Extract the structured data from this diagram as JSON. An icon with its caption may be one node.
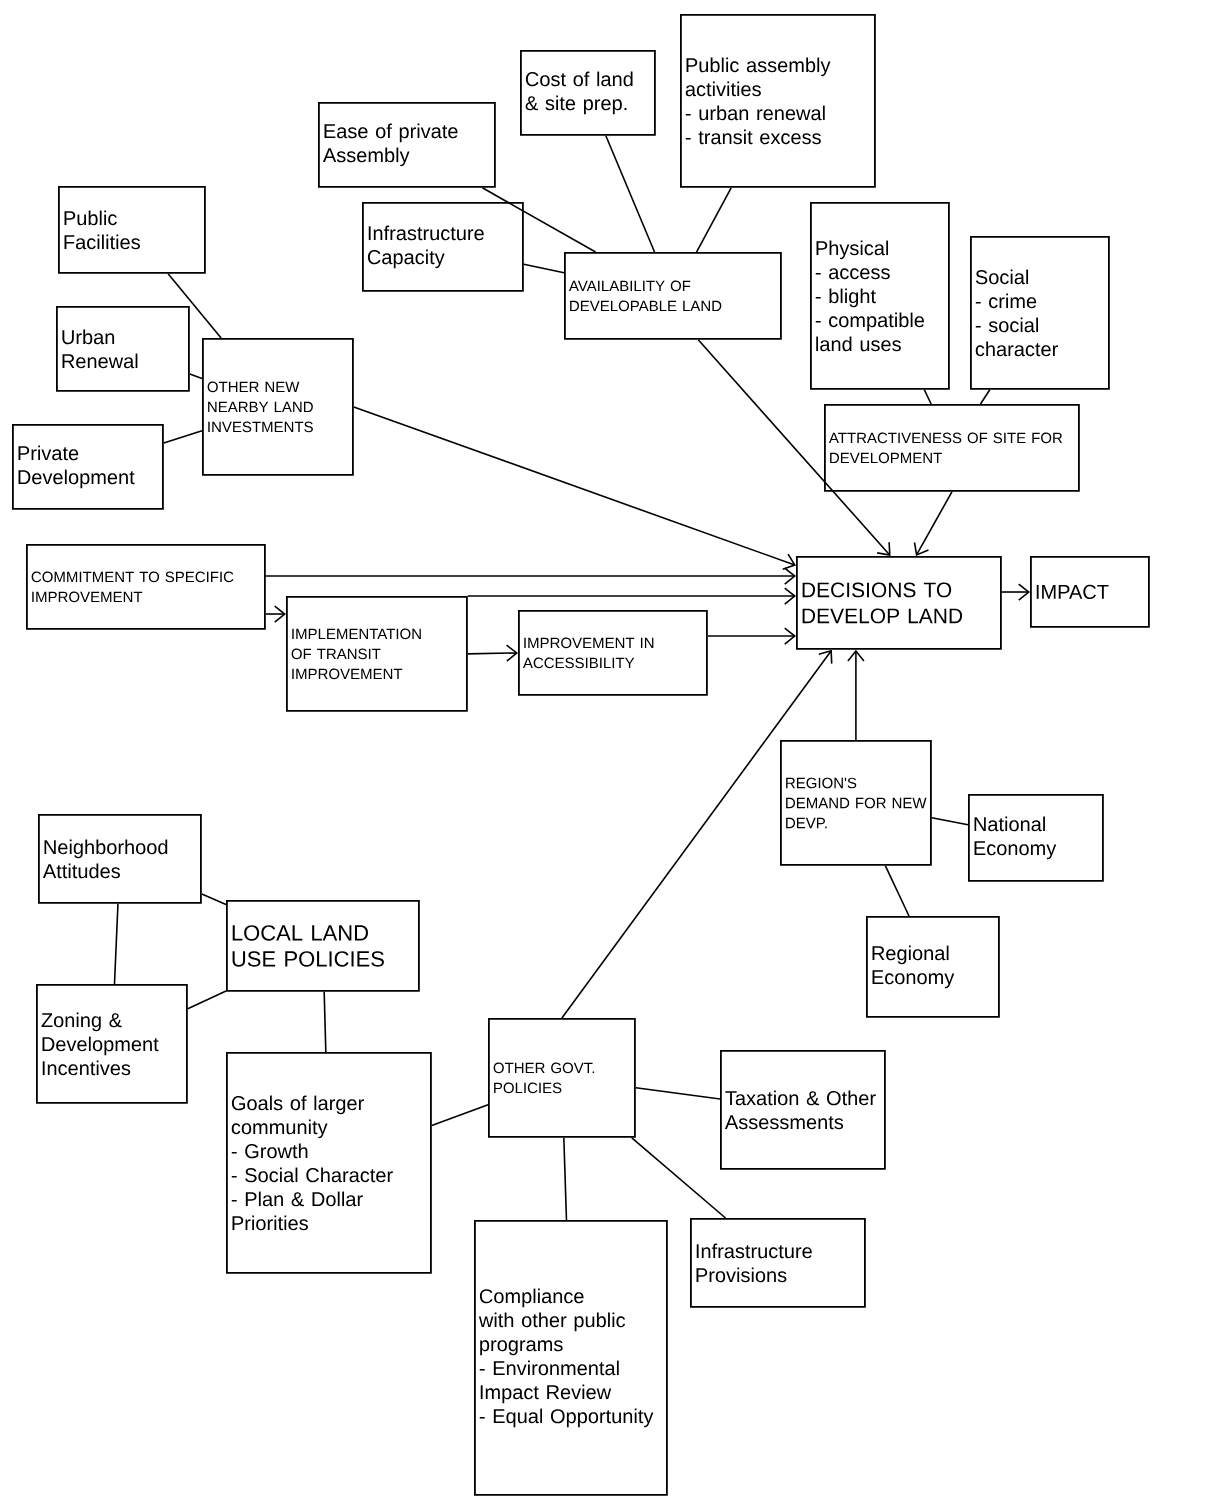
{
  "diagram": {
    "nodes": [
      {
        "text": [
          "Cost of land & site prep."
        ]
      },
      {
        "text": [
          "Public assembly activities",
          "- urban renewal",
          "- transit excess"
        ]
      },
      {
        "text": [
          "Ease of private Assembly"
        ]
      },
      {
        "text": [
          "Infrastructure Capacity"
        ]
      },
      {
        "text": [
          "Public Facilities"
        ]
      },
      {
        "text": [
          "AVAILABILITY OF DEVELOPABLE LAND"
        ]
      },
      {
        "text": [
          "Physical",
          "- access",
          "- blight",
          "- compatible land uses"
        ]
      },
      {
        "text": [
          "Social",
          "- crime",
          "- social character"
        ]
      },
      {
        "text": [
          "Urban Renewal"
        ]
      },
      {
        "text": [
          "OTHER NEW NEARBY LAND INVESTMENTS"
        ]
      },
      {
        "text": [
          "Private Development"
        ]
      },
      {
        "text": [
          "ATTRACTIVENESS OF SITE FOR DEVELOPMENT"
        ]
      },
      {
        "text": [
          "COMMITMENT TO SPECIFIC IMPROVEMENT"
        ]
      },
      {
        "text": [
          "DECISIONS TO DEVELOP LAND"
        ]
      },
      {
        "text": [
          "IMPACT"
        ]
      },
      {
        "text": [
          "IMPLEMENTATION OF TRANSIT IMPROVEMENT"
        ]
      },
      {
        "text": [
          "IMPROVEMENT IN ACCESSIBILITY"
        ]
      },
      {
        "text": [
          "REGION'S DEMAND FOR NEW DEVP."
        ]
      },
      {
        "text": [
          "National Economy"
        ]
      },
      {
        "text": [
          "Neighborhood Attitudes"
        ]
      },
      {
        "text": [
          "LOCAL LAND USE POLICIES"
        ]
      },
      {
        "text": [
          "Regional Economy"
        ]
      },
      {
        "text": [
          "Zoning & Development Incentives"
        ]
      },
      {
        "text": [
          "Goals of larger community",
          "- Growth",
          "- Social Character",
          "- Plan & Dollar Priorities"
        ]
      },
      {
        "text": [
          "OTHER GOVT. POLICIES"
        ]
      },
      {
        "text": [
          "Taxation & Other Assessments"
        ]
      },
      {
        "text": [
          "Infrastructure Provisions"
        ]
      },
      {
        "text": [
          "Compliance with other public programs",
          "- Environmental Impact Review",
          "- Equal Opportunity"
        ]
      }
    ],
    "edges": [
      {
        "from": 0,
        "to": 5,
        "arrow": "none"
      },
      {
        "from": 1,
        "to": 5,
        "arrow": "none"
      },
      {
        "from": 2,
        "to": 5,
        "arrow": "none"
      },
      {
        "from": 3,
        "to": 5,
        "arrow": "none"
      },
      {
        "from": 4,
        "to": 9,
        "arrow": "none"
      },
      {
        "from": 8,
        "to": 9,
        "arrow": "none"
      },
      {
        "from": 10,
        "to": 9,
        "arrow": "none"
      },
      {
        "from": 6,
        "to": 11,
        "arrow": "none"
      },
      {
        "from": 7,
        "to": 11,
        "arrow": "none"
      },
      {
        "from": 5,
        "to": 13,
        "arrow": "to"
      },
      {
        "from": 9,
        "to": 13,
        "arrow": "to"
      },
      {
        "from": 11,
        "to": 13,
        "arrow": "to"
      },
      {
        "from": 12,
        "to": 13,
        "arrow": "to"
      },
      {
        "from": 12,
        "to": 15,
        "arrow": "to"
      },
      {
        "from": 15,
        "to": 13,
        "arrow": "to"
      },
      {
        "from": 15,
        "to": 16,
        "arrow": "to"
      },
      {
        "from": 16,
        "to": 13,
        "arrow": "to"
      },
      {
        "from": 13,
        "to": 14,
        "arrow": "to"
      },
      {
        "from": 17,
        "to": 13,
        "arrow": "to"
      },
      {
        "from": 18,
        "to": 17,
        "arrow": "none"
      },
      {
        "from": 21,
        "to": 17,
        "arrow": "none"
      },
      {
        "from": 24,
        "to": 13,
        "arrow": "to"
      },
      {
        "from": 19,
        "to": 20,
        "arrow": "none"
      },
      {
        "from": 19,
        "to": 22,
        "arrow": "none"
      },
      {
        "from": 22,
        "to": 20,
        "arrow": "none"
      },
      {
        "from": 20,
        "to": 23,
        "arrow": "none"
      },
      {
        "from": 23,
        "to": 24,
        "arrow": "none"
      },
      {
        "from": 24,
        "to": 25,
        "arrow": "none"
      },
      {
        "from": 24,
        "to": 26,
        "arrow": "none"
      },
      {
        "from": 24,
        "to": 27,
        "arrow": "none"
      }
    ]
  }
}
